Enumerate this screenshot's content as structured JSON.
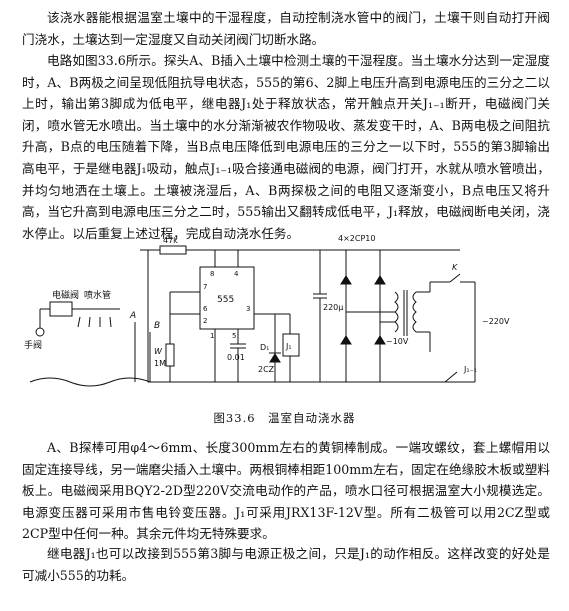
{
  "paragraphs": {
    "p1": "该浇水器能根据温室土壤中的干湿程度，自动控制浇水管中的阀门，土壤干则自动打开阀门浇水，土壤达到一定湿度又自动关闭阀门切断水路。",
    "p2": "电路如图33.6所示。探头A、B插入土壤中检测土壤的干湿程度。当土壤水分达到一定湿度时，A、B两极之间呈现低阻抗导电状态，555的第6、2脚上电压升高到电源电压的三分之二以上时，输出第3脚成为低电平，继电器J₁处于释放状态，常开触点开关J₁₋₁断开，电磁阀门关闭，喷水管无水喷出。当土壤中的水分渐渐被农作物吸收、蒸发变干时，A、B两电极之间阻抗升高，B点的电压随着下降，当B点电压降低到电源电压的三分之一以下时，555的第3脚输出高电平，于是继电器J₁吸动，触点J₁₋₁吸合接通电磁阀的电源，阀门打开，水就从喷水管喷出，并均匀地洒在土壤上。土壤被浇湿后，A、B两探极之间的电阻又逐渐变小，B点电压又将升高，当它升高到电源电压三分之二时，555输出又翻转成低电平，J₁释放，电磁阀断电关闭，浇水停止。以后重复上述过程，完成自动浇水任务。",
    "p3": "A、B探棒可用φ4～6mm、长度300mm左右的黄铜棒制成。一端攻螺纹，套上螺帽用以固定连接导线，另一端磨尖插入土壤中。两根铜棒相距100mm左右，固定在绝缘胶木板或塑料板上。电磁阀采用BQY2-2D型220V交流电动作的产品，喷水口径可根据温室大小规模选定。电源变压器可采用市售电铃变压器。J₁可采用JRX13F-12V型。所有二极管可以用2CZ型或2CP型中任何一种。其余元件均无特殊要求。",
    "p4": "继电器J₁也可以改接到555第3脚与电源正极之间，只是J₁的动作相反。这样改变的好处是可减小555的功耗。"
  },
  "figure": {
    "caption": "图33.6　温室自动浇水器",
    "labels": {
      "solenoid_valve": "电磁阀",
      "water_pipe": "喷水管",
      "hand_valve": "手阀",
      "probe_a": "A",
      "probe_b": "B",
      "r1": "47k",
      "ic": "555",
      "pin8": "8",
      "pin4": "4",
      "pin7": "7",
      "pin6": "6",
      "pin2": "2",
      "pin1": "1",
      "pin5": "5",
      "pin3": "3",
      "w": "W",
      "pot": "1M",
      "cap": "0.01",
      "d1": "D₁",
      "d1_type": "2CZ",
      "relay": "J₁",
      "filter_cap": "220μ",
      "bridge": "4×2CP10",
      "sec_voltage": "~10V",
      "mains": "~220V",
      "switch_k": "K",
      "contact": "J₁₋₁"
    }
  }
}
